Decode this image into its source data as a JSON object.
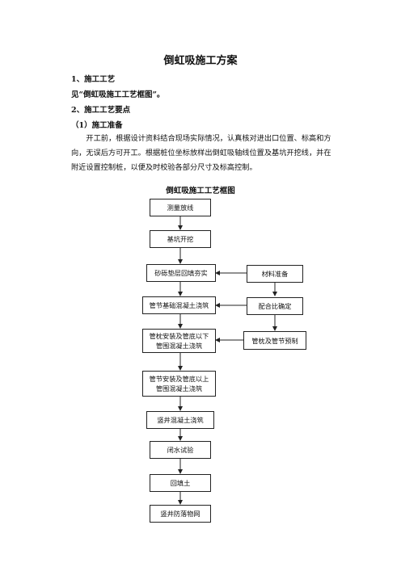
{
  "document": {
    "title": "倒虹吸施工方案",
    "h1": "1、施工工艺",
    "ref": "见“倒虹吸施工工艺框图”。",
    "h2": "2、施工工艺要点",
    "h3": "（1）施工准备",
    "para": "开工前，根据设计资料结合现场实际情况，认真核对进出口位置、标高和方向，无误后方可开工。根据桩位坐标放样出倒虹吸轴线位置及基坑开挖线，并在附近设置控制桩，以便及时校验各部分尺寸及标高控制。"
  },
  "flowchart": {
    "title": "倒虹吸施工工艺框图",
    "steps": {
      "s1": "测量放线",
      "s2": "基坑开挖",
      "s3": "砂砾垫层回填夯实",
      "s4": "管节基础混凝土浇筑",
      "s5a": "管枕安装及管底以下",
      "s5b": "管围混凝土浇筑",
      "s6a": "管节安装及管底以上",
      "s6b": "管围混凝土浇筑",
      "s7": "竖井混凝土浇筑",
      "s8": "闭水试验",
      "s9": "回填土",
      "s10": "竖井防落物网"
    },
    "side": {
      "r1": "材料准备",
      "r2": "配合比确定",
      "r3": "管枕及管节预制"
    }
  }
}
